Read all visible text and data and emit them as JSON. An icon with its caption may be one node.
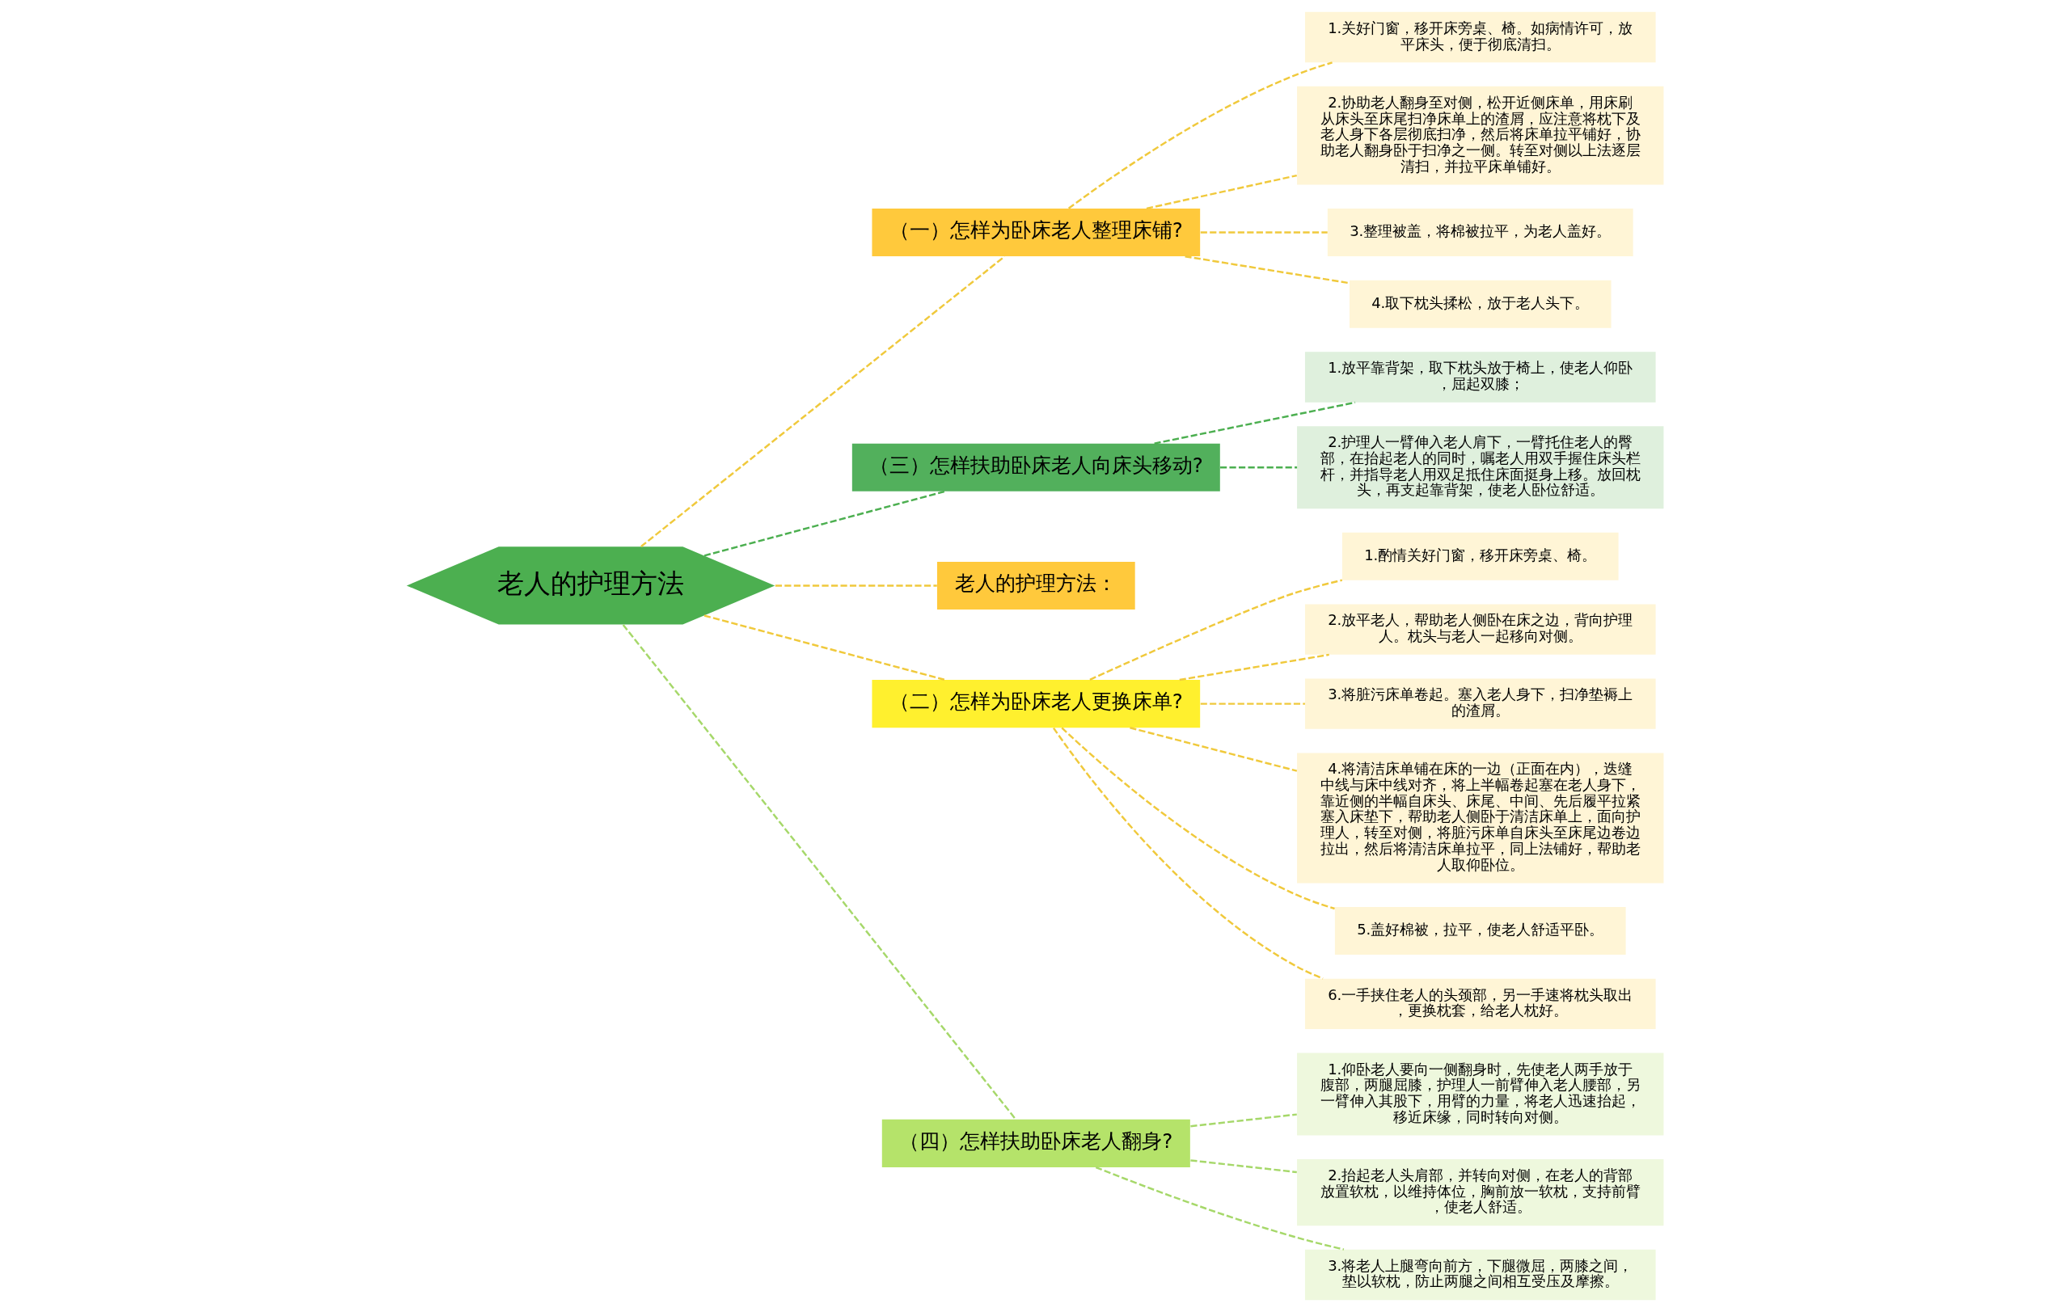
{
  "diagram": {
    "nodes": [
      {
        "text": [
          "老人的护理方法"
        ]
      },
      {
        "text": [
          "（一）怎样为卧床老人整理床铺?"
        ]
      },
      {
        "text": [
          "1.关好门窗，移开床旁桌、椅。如病情许可，放平床头，便于彻底清扫。"
        ]
      },
      {
        "text": [
          "2.协助老人翻身至对侧，松开近侧床单，用床刷从床头至床尾扫净床单上的渣屑，应注意将枕下及老人身下各层彻底扫净，然后将床单拉平铺好，协助老人翻身卧于扫净之一侧。转至对侧以上法逐层清扫，并拉平床单铺好。"
        ]
      },
      {
        "text": [
          "3.整理被盖，将棉被拉平，为老人盖好。"
        ]
      },
      {
        "text": [
          "4.取下枕头揉松，放于老人头下。"
        ]
      },
      {
        "text": [
          "（三）怎样扶助卧床老人向床头移动?"
        ]
      },
      {
        "text": [
          "1.放平靠背架，取下枕头放于椅上，使老人仰卧，屈起双膝；"
        ]
      },
      {
        "text": [
          "2.护理人一臂伸入老人肩下，一臂托住老人的臀部，在抬起老人的同时，嘱老人用双手握住床头栏杆，并指导老人用双足抵住床面挺身上移。放回枕头，再支起靠背架，使老人卧位舒适。"
        ]
      },
      {
        "text": [
          "老人的护理方法："
        ]
      },
      {
        "text": [
          "（二）怎样为卧床老人更换床单?"
        ]
      },
      {
        "text": [
          "1.酌情关好门窗，移开床旁桌、椅。"
        ]
      },
      {
        "text": [
          "2.放平老人，帮助老人侧卧在床之边，背向护理人。枕头与老人一起移向对侧。"
        ]
      },
      {
        "text": [
          "3.将脏污床单卷起。塞入老人身下，扫净垫褥上的渣屑。"
        ]
      },
      {
        "text": [
          "4.将清洁床单铺在床的一边（正面在内），迭缝中线与床中线对齐，将上半幅卷起塞在老人身下，靠近侧的半幅自床头、床尾、中间、先后履平拉紧塞入床垫下，帮助老人侧卧于清洁床单上，面向护理人，转至对侧，将脏污床单自床头至床尾边卷边拉出，然后将清洁床单拉平，同上法铺好，帮助老人取仰卧位。"
        ]
      },
      {
        "text": [
          "5.盖好棉被，拉平，使老人舒适平卧。"
        ]
      },
      {
        "text": [
          "6.一手挟住老人的头颈部，另一手速将枕头取出，更换枕套，给老人枕好。"
        ]
      },
      {
        "text": [
          "（四）怎样扶助卧床老人翻身?"
        ]
      },
      {
        "text": [
          "1.仰卧老人要向一侧翻身时，先使老人两手放于腹部，两腿屈膝，护理人一前臂伸入老人腰部，另一臂伸入其股下，用臂的力量，将老人迅速抬起，移近床缘，同时转向对侧。"
        ]
      },
      {
        "text": [
          "2.抬起老人头肩部，并转向对侧，在老人的背部放置软枕，以维持体位，胸前放一软枕，支持前臂，使老人舒适。"
        ]
      },
      {
        "text": [
          "3.将老人上腿弯向前方，下腿微屈，两膝之间，垫以软枕，防止两腿之间相互受压及摩擦。"
        ]
      }
    ],
    "edges": [
      {
        "from": 0,
        "to": 1,
        "arrow": "none",
        "style": "dashed"
      },
      {
        "from": 1,
        "to": 2,
        "arrow": "none",
        "style": "dashed"
      },
      {
        "from": 1,
        "to": 3,
        "arrow": "none",
        "style": "dashed"
      },
      {
        "from": 1,
        "to": 4,
        "arrow": "none",
        "style": "dashed"
      },
      {
        "from": 1,
        "to": 5,
        "arrow": "none",
        "style": "dashed"
      },
      {
        "from": 0,
        "to": 6,
        "arrow": "none",
        "style": "dashed",
        "color": "#4caf50"
      },
      {
        "from": 6,
        "to": 7,
        "arrow": "none",
        "style": "dashed",
        "color": "#4caf50"
      },
      {
        "from": 6,
        "to": 8,
        "arrow": "none",
        "style": "dashed",
        "color": "#4caf50"
      },
      {
        "from": 0,
        "to": 9,
        "arrow": "none",
        "style": "dashed"
      },
      {
        "from": 0,
        "to": 10,
        "arrow": "none",
        "style": "dashed"
      },
      {
        "from": 10,
        "to": 11,
        "arrow": "none",
        "style": "dashed"
      },
      {
        "from": 10,
        "to": 12,
        "arrow": "none",
        "style": "dashed"
      },
      {
        "from": 10,
        "to": 13,
        "arrow": "none",
        "style": "dashed"
      },
      {
        "from": 10,
        "to": 14,
        "arrow": "none",
        "style": "dashed"
      },
      {
        "from": 10,
        "to": 15,
        "arrow": "none",
        "style": "dashed"
      },
      {
        "from": 10,
        "to": 16,
        "arrow": "none",
        "style": "dashed"
      },
      {
        "from": 0,
        "to": 17,
        "arrow": "none",
        "style": "dashed",
        "color": "#a6d86a"
      },
      {
        "from": 17,
        "to": 18,
        "arrow": "none",
        "style": "dashed",
        "color": "#a6d86a"
      },
      {
        "from": 17,
        "to": 19,
        "arrow": "none",
        "style": "dashed",
        "color": "#a6d86a"
      },
      {
        "from": 17,
        "to": 20,
        "arrow": "none",
        "style": "dashed",
        "color": "#a6d86a"
      }
    ]
  }
}
